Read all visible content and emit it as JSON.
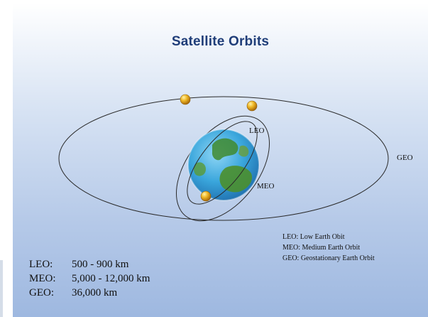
{
  "title": "Satellite Orbits",
  "orbit_labels": {
    "leo": "LEO",
    "meo": "MEO",
    "geo": "GEO"
  },
  "legend": [
    "LEO: Low Earth Obit",
    "MEO: Medium Earth Orbit",
    "GEO: Geostationary Earth Orbit"
  ],
  "altitudes": [
    {
      "orbit": "LEO:",
      "range": "500 - 900 km"
    },
    {
      "orbit": "MEO:",
      "range": "5,000 - 12,000 km"
    },
    {
      "orbit": "GEO:",
      "range": "36,000 km"
    }
  ],
  "colors": {
    "title": "#1f3d78",
    "satellite": "#e0a31a",
    "ocean": "#3aa6dc",
    "land": "#3f8a2e"
  }
}
